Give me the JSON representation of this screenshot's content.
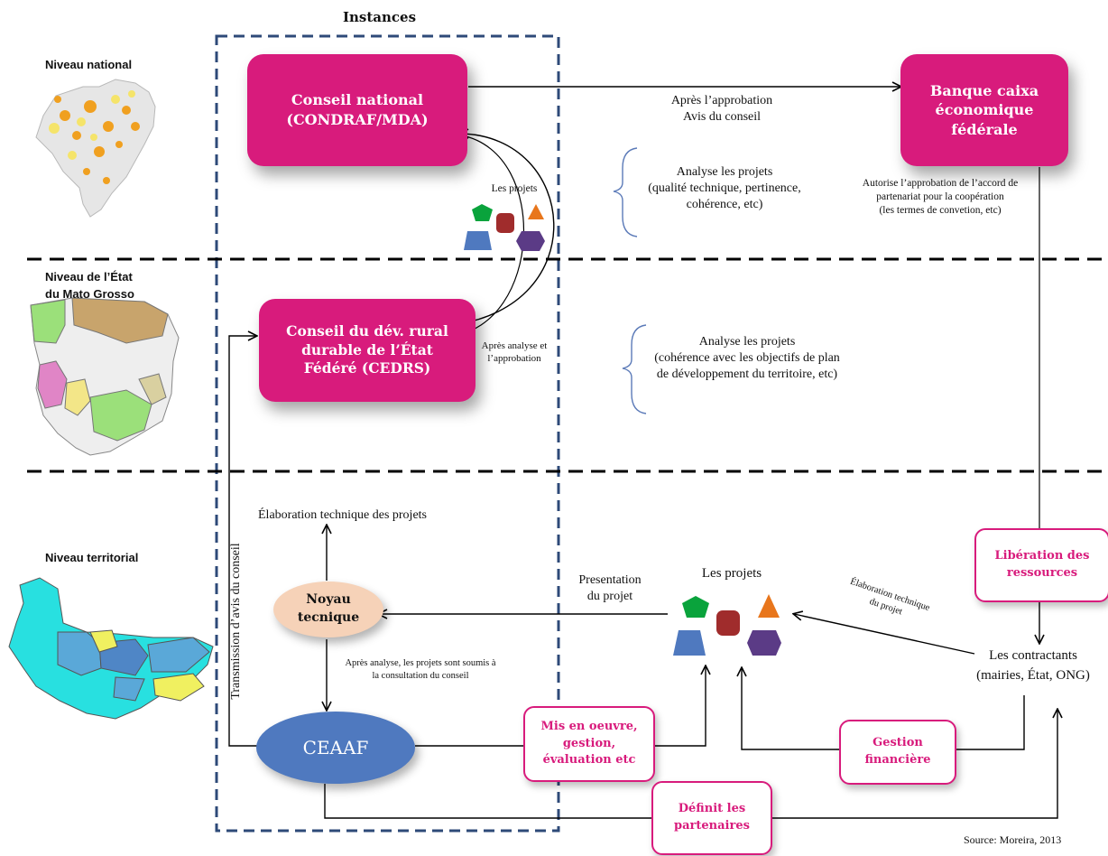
{
  "levels": {
    "national": "Niveau national",
    "state_line1": "Niveau de l’État",
    "state_line2": "du Mato Grosso",
    "territorial": "Niveau territorial"
  },
  "instances_title": "Instances",
  "boxes": {
    "conseil_national_l1": "Conseil national",
    "conseil_national_l2": "(CONDRAF/MDA)",
    "banque_l1": "Banque caixa",
    "banque_l2": "économique",
    "banque_l3": "fédérale",
    "cedrs_l1": "Conseil du dév. rural",
    "cedrs_l2": "durable de l’État",
    "cedrs_l3": "Fédéré (CEDRS)",
    "noyau_l1": "Noyau",
    "noyau_l2": "tecnique",
    "ceaaf": "CEAAF",
    "liberation_l1": "Libération des",
    "liberation_l2": "ressources",
    "mis_l1": "Mis en oeuvre,",
    "mis_l2": "gestion,",
    "mis_l3": "évaluation etc",
    "gestion_l1": "Gestion",
    "gestion_l2": "financière",
    "definit_l1": "Définit les",
    "definit_l2": "partenaires"
  },
  "annotations": {
    "apres_approbation_l1": "Après l’approbation",
    "apres_approbation_l2": "Avis du conseil",
    "analyse1_l1": "Analyse les projets",
    "analyse1_l2": "(qualité technique, pertinence,",
    "analyse1_l3": "cohérence, etc)",
    "autorise_l1": "Autorise l’approbation de l’accord de",
    "autorise_l2": "partenariat pour la coopération",
    "autorise_l3": "(les termes de convetion, etc)",
    "les_projets_small": "Les projets",
    "apres_analyse_l1": "Après analyse et",
    "apres_analyse_l2": "l’approbation",
    "analyse2_l1": "Analyse les projets",
    "analyse2_l2": "(cohérence avec les objectifs de plan",
    "analyse2_l3": "de développement du territoire, etc)",
    "transmission": "Transmission d’avis du conseil",
    "elaboration_top": "Élaboration technique des projets",
    "presentation_l1": "Presentation",
    "presentation_l2": "du projet",
    "les_projets_main": "Les projets",
    "elab_diag_l1": "Élaboration technique",
    "elab_diag_l2": "du projet",
    "apres_analyse_soumis_l1": "Après analyse, les projets sont soumis à",
    "apres_analyse_soumis_l2": "la consultation du conseil",
    "contractants_l1": "Les contractants",
    "contractants_l2": "(mairies, État, ONG)",
    "source": "Source: Moreira, 2013"
  },
  "colors": {
    "magenta": "#d81b7c",
    "dashed_blue": "#2e4a78",
    "noyau_fill": "#f6d2b8",
    "ceaaf_fill": "#4f79bf",
    "shape_green": "#0aa33c",
    "shape_red": "#a02c2c",
    "shape_orange": "#e8761c",
    "shape_blue": "#4f79bf",
    "shape_purple": "#5b3b86"
  }
}
